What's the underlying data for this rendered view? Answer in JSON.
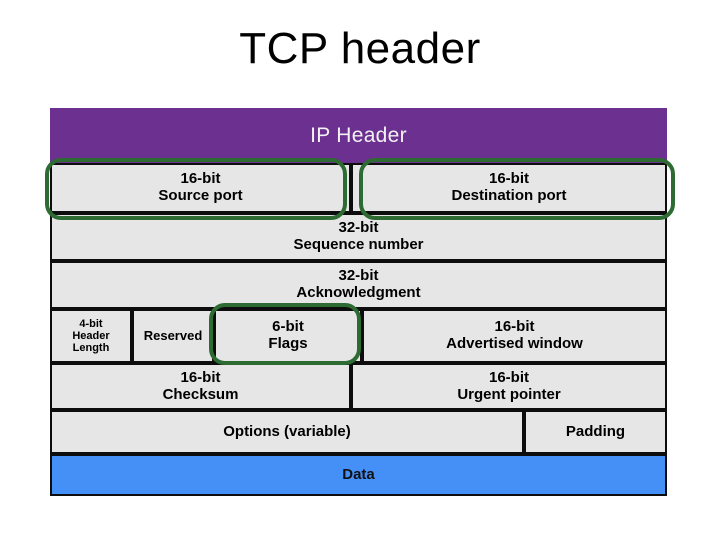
{
  "slide": {
    "title": "TCP header",
    "background_color": "#FFFFFF"
  },
  "colors": {
    "ip_header_purple": "#6B3090",
    "field_gray": "#E6E6E6",
    "data_blue": "#4590F7",
    "border_black": "#0D0D0D",
    "annotation_green": "#2D6B33",
    "ip_header_text": "#F2F2F2"
  },
  "diagram": {
    "name": "TCP header field layout",
    "ip_header": {
      "label": "IP Header"
    },
    "rows": [
      {
        "name": "ports",
        "cells": [
          {
            "name": "source-port",
            "line1": "16-bit",
            "line2": "Source port",
            "bits": 16,
            "annotated": true
          },
          {
            "name": "destination-port",
            "line1": "16-bit",
            "line2": "Destination port",
            "bits": 16,
            "annotated": true
          }
        ]
      },
      {
        "name": "sequence",
        "cells": [
          {
            "name": "sequence-number",
            "line1": "32-bit",
            "line2": "Sequence number",
            "bits": 32,
            "annotated": false
          }
        ]
      },
      {
        "name": "acknowledgment",
        "cells": [
          {
            "name": "acknowledgment",
            "line1": "32-bit",
            "line2": "Acknowledgment",
            "bits": 32,
            "annotated": false
          }
        ]
      },
      {
        "name": "flags",
        "cells": [
          {
            "name": "header-length",
            "line1": "4-bit",
            "line2": "Header",
            "line3": "Length",
            "bits": 4,
            "annotated": false
          },
          {
            "name": "reserved",
            "line1": "Reserved",
            "line2": "",
            "annotated": false
          },
          {
            "name": "flags",
            "line1": "6-bit",
            "line2": "Flags",
            "bits": 6,
            "annotated": true
          },
          {
            "name": "advertised-window",
            "line1": "16-bit",
            "line2": "Advertised window",
            "bits": 16,
            "annotated": false
          }
        ]
      },
      {
        "name": "checksum",
        "cells": [
          {
            "name": "checksum",
            "line1": "16-bit",
            "line2": "Checksum",
            "bits": 16,
            "annotated": false
          },
          {
            "name": "urgent-pointer",
            "line1": "16-bit",
            "line2": "Urgent pointer",
            "bits": 16,
            "annotated": false
          }
        ]
      },
      {
        "name": "options",
        "cells": [
          {
            "name": "options",
            "line1": "Options (variable)",
            "line2": "",
            "annotated": false
          },
          {
            "name": "padding",
            "line1": "Padding",
            "line2": "",
            "annotated": false
          }
        ]
      },
      {
        "name": "data",
        "cells": [
          {
            "name": "data",
            "line1": "Data",
            "line2": "",
            "annotated": false
          }
        ]
      }
    ]
  }
}
